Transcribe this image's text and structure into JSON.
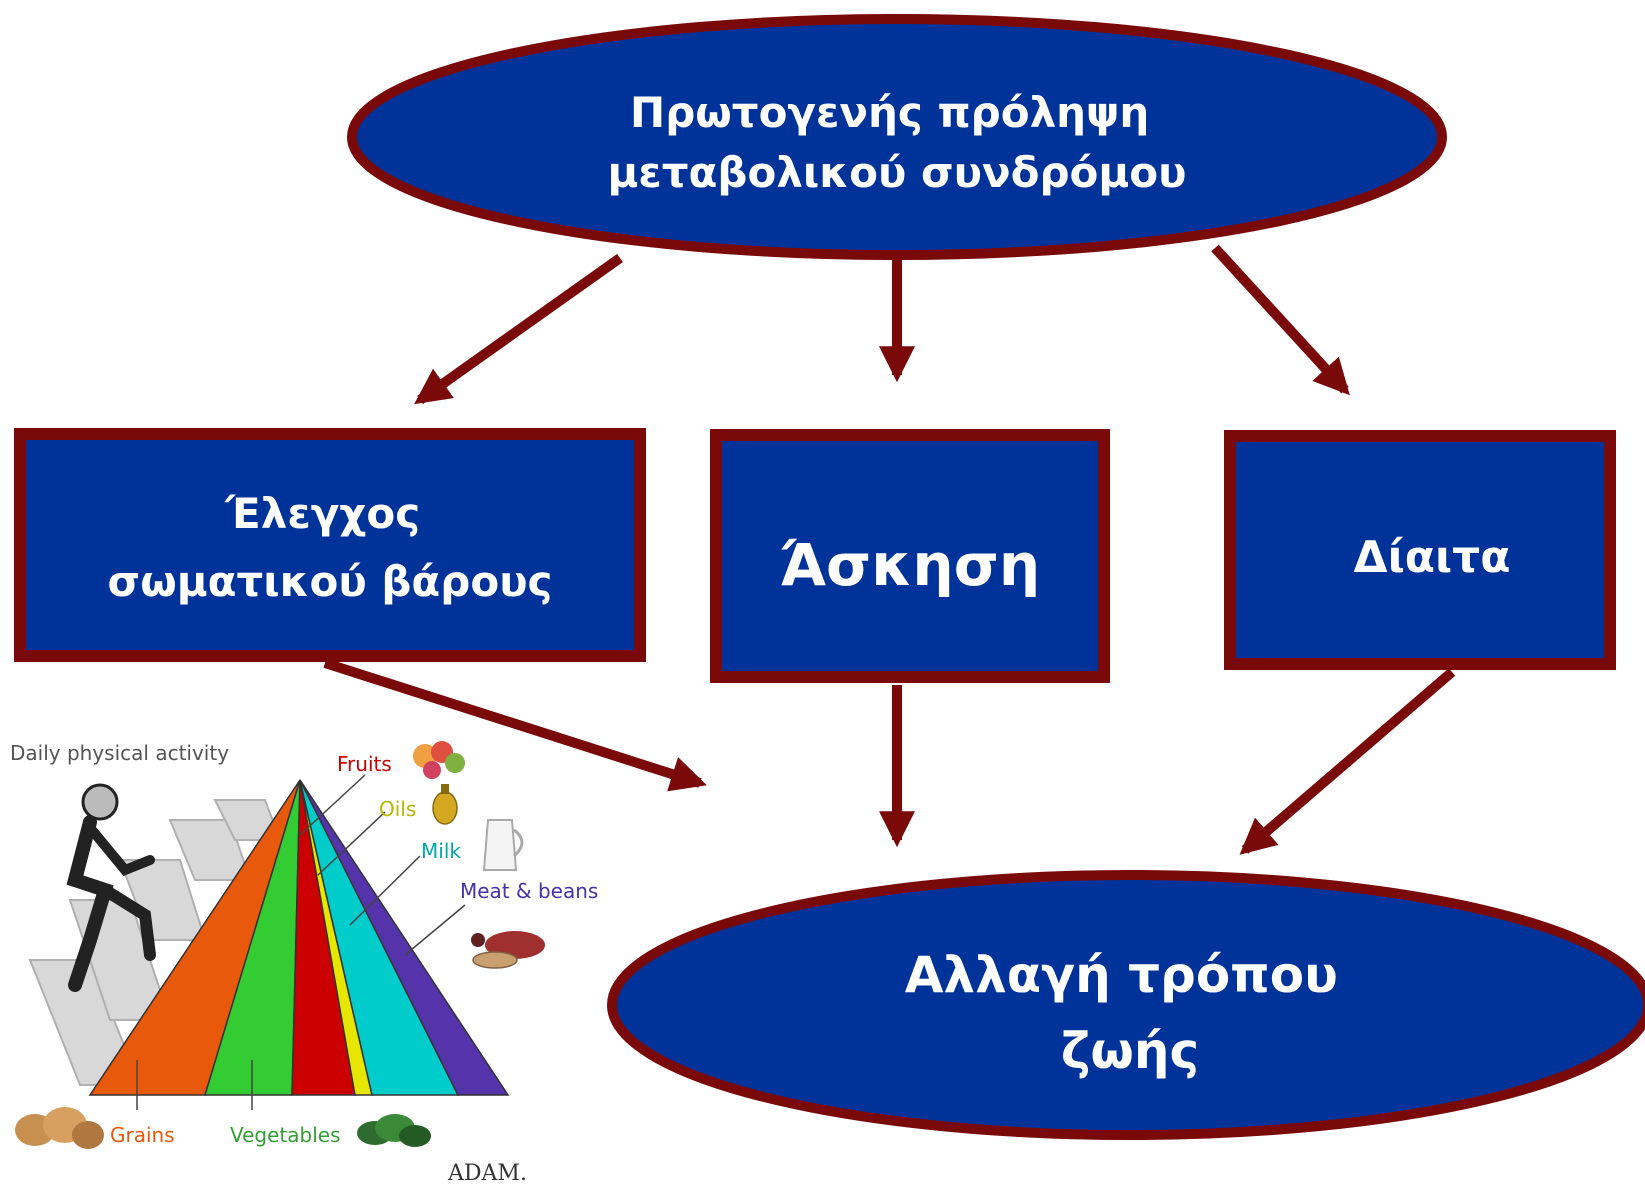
{
  "colors": {
    "node_fill": "#003399",
    "node_border": "#7a0a0a",
    "arrow": "#7a0a0a",
    "text": "#ffffff"
  },
  "nodes": {
    "top": {
      "lines": [
        "Πρωτογενής πρόληψη",
        "μεταβολικού συνδρόμου"
      ]
    },
    "weight": {
      "lines": [
        "Έλεγχος",
        "σωματικού βάρους"
      ]
    },
    "exercise": {
      "lines": [
        "Άσκηση"
      ]
    },
    "diet": {
      "lines": [
        "Δίαιτα"
      ]
    },
    "bottom": {
      "lines": [
        "Αλλαγή τρόπου",
        "ζωής"
      ]
    }
  },
  "edges": [
    {
      "from": "top",
      "to": "weight"
    },
    {
      "from": "top",
      "to": "exercise"
    },
    {
      "from": "top",
      "to": "diet"
    },
    {
      "from": "weight",
      "to": "bottom"
    },
    {
      "from": "exercise",
      "to": "bottom"
    },
    {
      "from": "diet",
      "to": "bottom"
    }
  ],
  "pyramid": {
    "activity_label": "Daily physical activity",
    "segments": [
      {
        "name": "Grains",
        "color": "#e8590c",
        "icon": "bread-icon"
      },
      {
        "name": "Vegetables",
        "color": "#33cc33",
        "icon": "leaf-icon"
      },
      {
        "name": "Fruits",
        "color": "#cc0000",
        "icon": "fruit-icon"
      },
      {
        "name": "Oils",
        "color": "#e6e600",
        "icon": "oil-bottle-icon"
      },
      {
        "name": "Milk",
        "color": "#00cccc",
        "icon": "milk-jug-icon"
      },
      {
        "name": "Meat & beans",
        "color": "#5533aa",
        "icon": "meat-icon"
      }
    ],
    "label_colors": {
      "Grains": "#e8590c",
      "Vegetables": "#33a033",
      "Fruits": "#cc0000",
      "Oils": "#b8b800",
      "Milk": "#00aaaa",
      "Meat & beans": "#4433aa"
    },
    "credit": "ADAM."
  }
}
